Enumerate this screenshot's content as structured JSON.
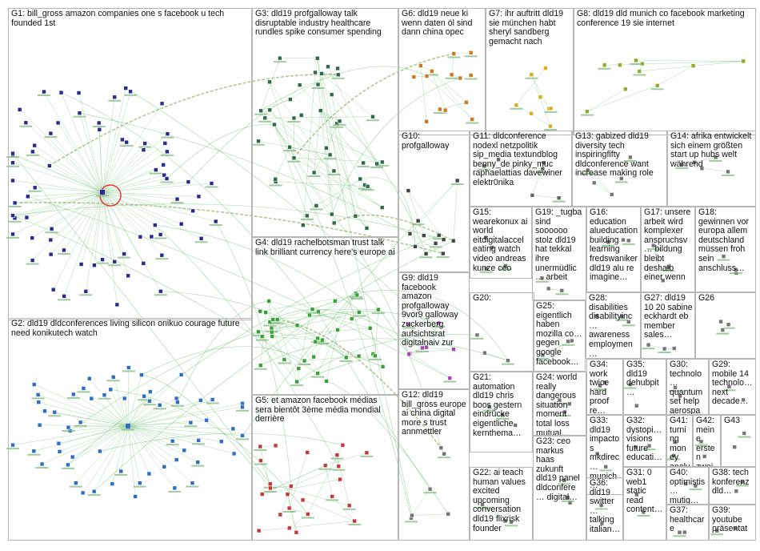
{
  "groups": [
    {
      "id": "G1",
      "text": "G1: bill_gross amazon companies one s facebook u tech founded 1st",
      "color": "#2b2b8c",
      "n": 70
    },
    {
      "id": "G2",
      "text": "G2: dld19 dldconferences living silicon onikuo courage future need konikutech watch",
      "color": "#2f6fc2",
      "n": 60
    },
    {
      "id": "G3",
      "text": "G3: dld19 profgalloway talk disruptable industry healthcare rundles spike consumer spending",
      "color": "#2f6b4a",
      "n": 45
    },
    {
      "id": "G4",
      "text": "G4: dld19 rachelbotsman trust talk link brilliant currency here's europe ai",
      "color": "#3aa03a",
      "n": 40
    },
    {
      "id": "G5",
      "text": "G5: et amazon facebook médias sera bientôt 3ème média mondial derrière",
      "color": "#c43a3a",
      "n": 25
    },
    {
      "id": "G6",
      "text": "G6: dld19 neue ki wenn daten öl sind dann china opec",
      "color": "#d07a1e",
      "n": 14
    },
    {
      "id": "G7",
      "text": "G7: ihr auftritt dld19 sie münchen habt sheryl sandberg gemacht nach",
      "color": "#d6b11d",
      "n": 8
    },
    {
      "id": "G8",
      "text": "G8: dld19 dld munich co facebook marketing conference 19 sie internet",
      "color": "#8fae2a",
      "n": 10
    },
    {
      "id": "G9",
      "text": "G9: dld19 facebook amazon profgalloway 9vor9 galloway zuckerberg aufsichtsrat digitalnaiv zur",
      "color": "#a04ab0",
      "n": 8
    },
    {
      "id": "G10",
      "text": "G10: profgalloway",
      "color": "#444444",
      "n": 12
    },
    {
      "id": "G11",
      "text": "G11: dldconference nodexl netzpolitik sip_media textundblog benny_de pinky_muc raphaelattias davewiner elektr0nika",
      "color": "#666666",
      "n": 6
    },
    {
      "id": "G12",
      "text": "G12: dld19 bill_gross europe ai china digital more s trust annmettler",
      "color": "#777777",
      "n": 6
    },
    {
      "id": "G13",
      "text": "G13: gabized dld19 diversity tech inspiringfifty dldconference want increase making role",
      "color": "#777777",
      "n": 5
    },
    {
      "id": "G14",
      "text": "G14: afrika entwickelt sich einem größten start up hubs welt während",
      "color": "#777777",
      "n": 5
    },
    {
      "id": "G15",
      "text": "G15: wearekonux ai world eitdigitalaccel eating watch video andreas kunze ceo",
      "color": "#777777",
      "n": 4
    },
    {
      "id": "G16",
      "text": "G16: education alueducation building learning fredswaniker dld19 alu re imagine…",
      "color": "#777777",
      "n": 3
    },
    {
      "id": "G17",
      "text": "G17: unsere arbeit wird komplexer anspruchsv… bildung bleibt deshalb einer wenn",
      "color": "#777777",
      "n": 3
    },
    {
      "id": "G18",
      "text": "G18: gewinnen vor europa allem deutschland müssen froh sein anschluss…",
      "color": "#777777",
      "n": 3
    },
    {
      "id": "G19",
      "text": "G19: _tugba sind soooooo stolz dld19 hat tekkal ihre unermüdlic… arbeit",
      "color": "#777777",
      "n": 3
    },
    {
      "id": "G20",
      "text": "G20:",
      "color": "#777777",
      "n": 3
    },
    {
      "id": "G21",
      "text": "G21: automation dld19 chris boos gestern eindrücke eigentliche kernthema…",
      "color": "#777777",
      "n": 3
    },
    {
      "id": "G22",
      "text": "G22: ai teach human values excited upcoming conversation dld19 flixrisk founder",
      "color": "#777777",
      "n": 3
    },
    {
      "id": "G23",
      "text": "G23: ceo markus haas zukunft dld19 panel dldconfere… digital…",
      "color": "#777777",
      "n": 3
    },
    {
      "id": "G24",
      "text": "G24: world really dangerous situation moment total loss mutual…",
      "color": "#777777",
      "n": 3
    },
    {
      "id": "G25",
      "text": "G25: eigentlich haben mozilla co… gegen google facebook…",
      "color": "#777777",
      "n": 3
    },
    {
      "id": "G26",
      "text": "G26",
      "color": "#777777",
      "n": 3
    },
    {
      "id": "G27",
      "text": "G27: dld19 10 20 sabine eckhardt eb member sales…",
      "color": "#777777",
      "n": 3
    },
    {
      "id": "G28",
      "text": "G28: disabilities disabilityinc… awareness employmen…",
      "color": "#777777",
      "n": 3
    },
    {
      "id": "G29",
      "text": "G29: mobile 14 technolo… next decade…",
      "color": "#777777",
      "n": 2
    },
    {
      "id": "G30",
      "text": "G30: technolo… quantum set help aerospa…",
      "color": "#777777",
      "n": 2
    },
    {
      "id": "G31",
      "text": "G31: 0 web1 static read content…",
      "color": "#777777",
      "n": 2
    },
    {
      "id": "G32",
      "text": "G32: dystopi… visions future educati…",
      "color": "#777777",
      "n": 2
    },
    {
      "id": "G33",
      "text": "G33: dld19 impactos mkdirec… munich…",
      "color": "#777777",
      "n": 2
    },
    {
      "id": "G34",
      "text": "G34: work twice hard proof re…",
      "color": "#777777",
      "n": 2
    },
    {
      "id": "G35",
      "text": "G35: dld19 dehubpit…",
      "color": "#777777",
      "n": 2
    },
    {
      "id": "G36",
      "text": "G36: dld19 switter… talking italian…",
      "color": "#777777",
      "n": 2
    },
    {
      "id": "G37",
      "text": "G37: healthcare",
      "color": "#777777",
      "n": 2
    },
    {
      "id": "G38",
      "text": "G38: tech konferenz dld…",
      "color": "#777777",
      "n": 2
    },
    {
      "id": "G39",
      "text": "G39: youtube präsentat…",
      "color": "#777777",
      "n": 2
    },
    {
      "id": "G40",
      "text": "G40: optimistis… mutig…",
      "color": "#777777",
      "n": 2
    },
    {
      "id": "G41",
      "text": "G41: turning money analy… knowl… mein…",
      "color": "#777777",
      "n": 2
    },
    {
      "id": "G42",
      "text": "G42: meine ersten zwei…",
      "color": "#777777",
      "n": 2
    },
    {
      "id": "G43",
      "text": "G43",
      "color": "#777777",
      "n": 2
    }
  ],
  "colors": {
    "edge": "#4caf50",
    "hub_ring": "#e53935",
    "border": "#b7b7b7",
    "background": "#ffffff"
  }
}
